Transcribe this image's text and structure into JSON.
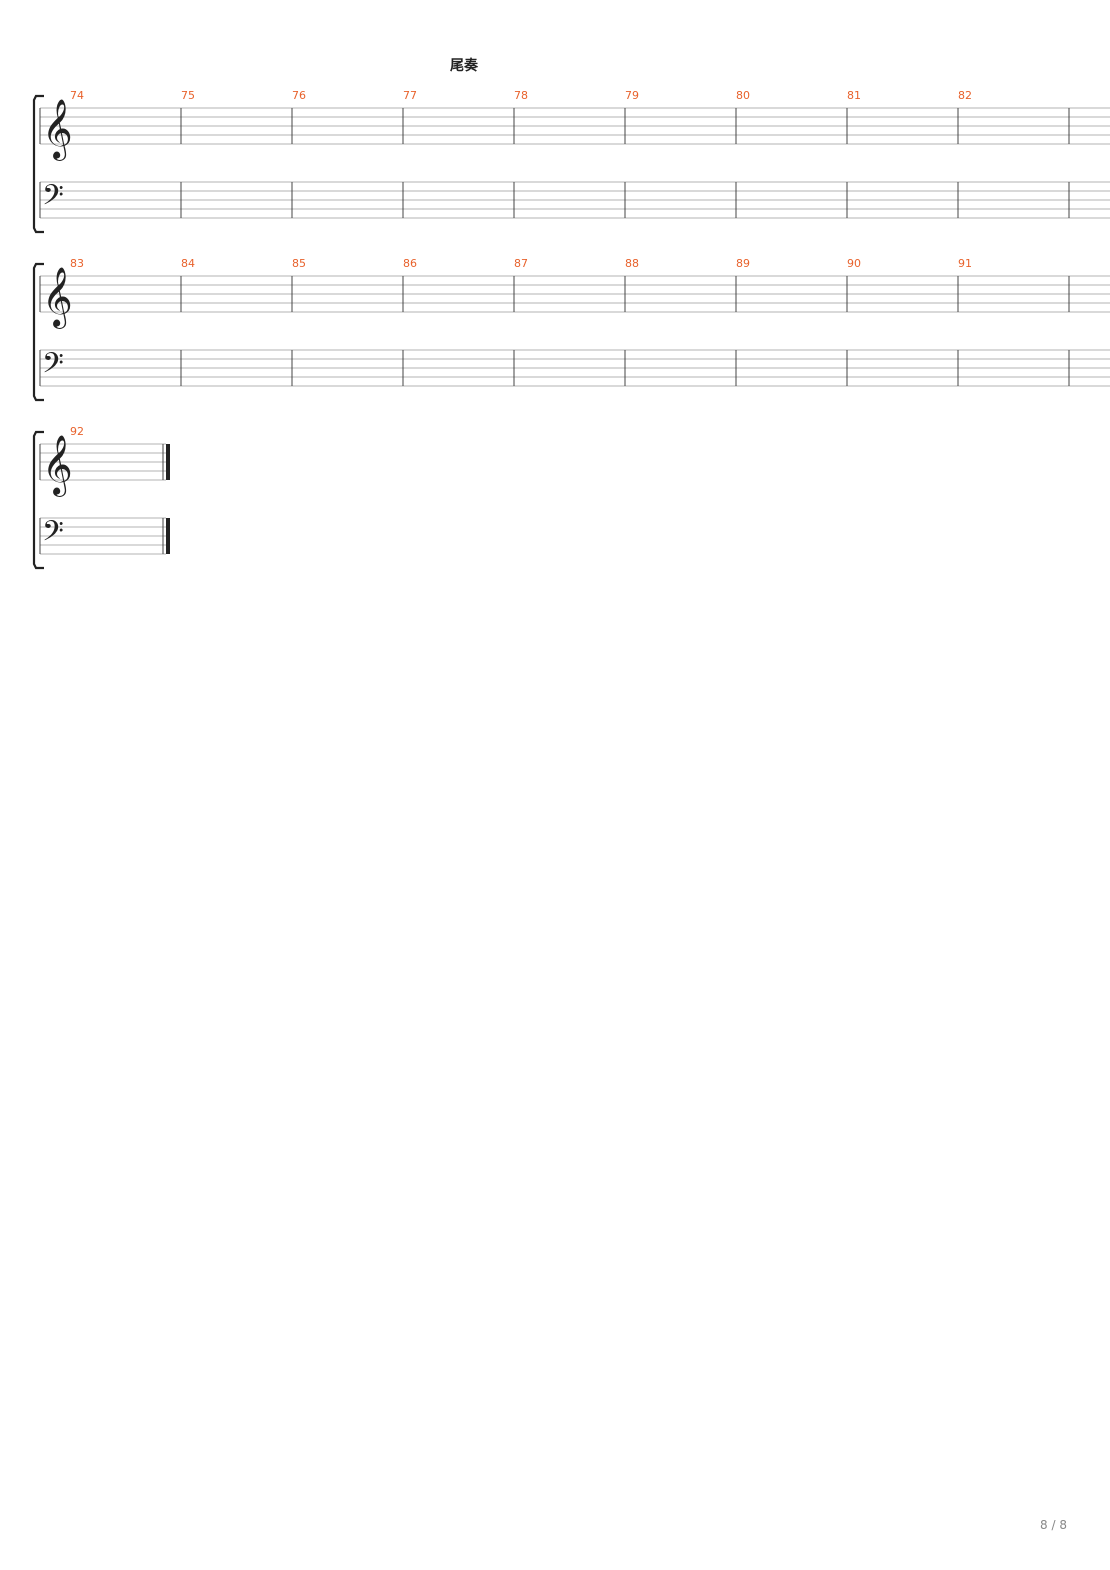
{
  "section_title": "尾奏",
  "page_number": "8 / 8",
  "systems": [
    {
      "measures": [
        "74",
        "75",
        "76",
        "77",
        "78",
        "79",
        "80",
        "81",
        "82"
      ],
      "final": false
    },
    {
      "measures": [
        "83",
        "84",
        "85",
        "86",
        "87",
        "88",
        "89",
        "90",
        "91"
      ],
      "final": false
    },
    {
      "measures": [
        "92"
      ],
      "final": true
    }
  ],
  "staves": [
    {
      "clef": "treble-clef-icon"
    },
    {
      "clef": "bass-clef-icon"
    }
  ],
  "colors": {
    "measure_number": "#e8622c",
    "staff_line": "#9a9a9a",
    "barline": "#444444"
  }
}
